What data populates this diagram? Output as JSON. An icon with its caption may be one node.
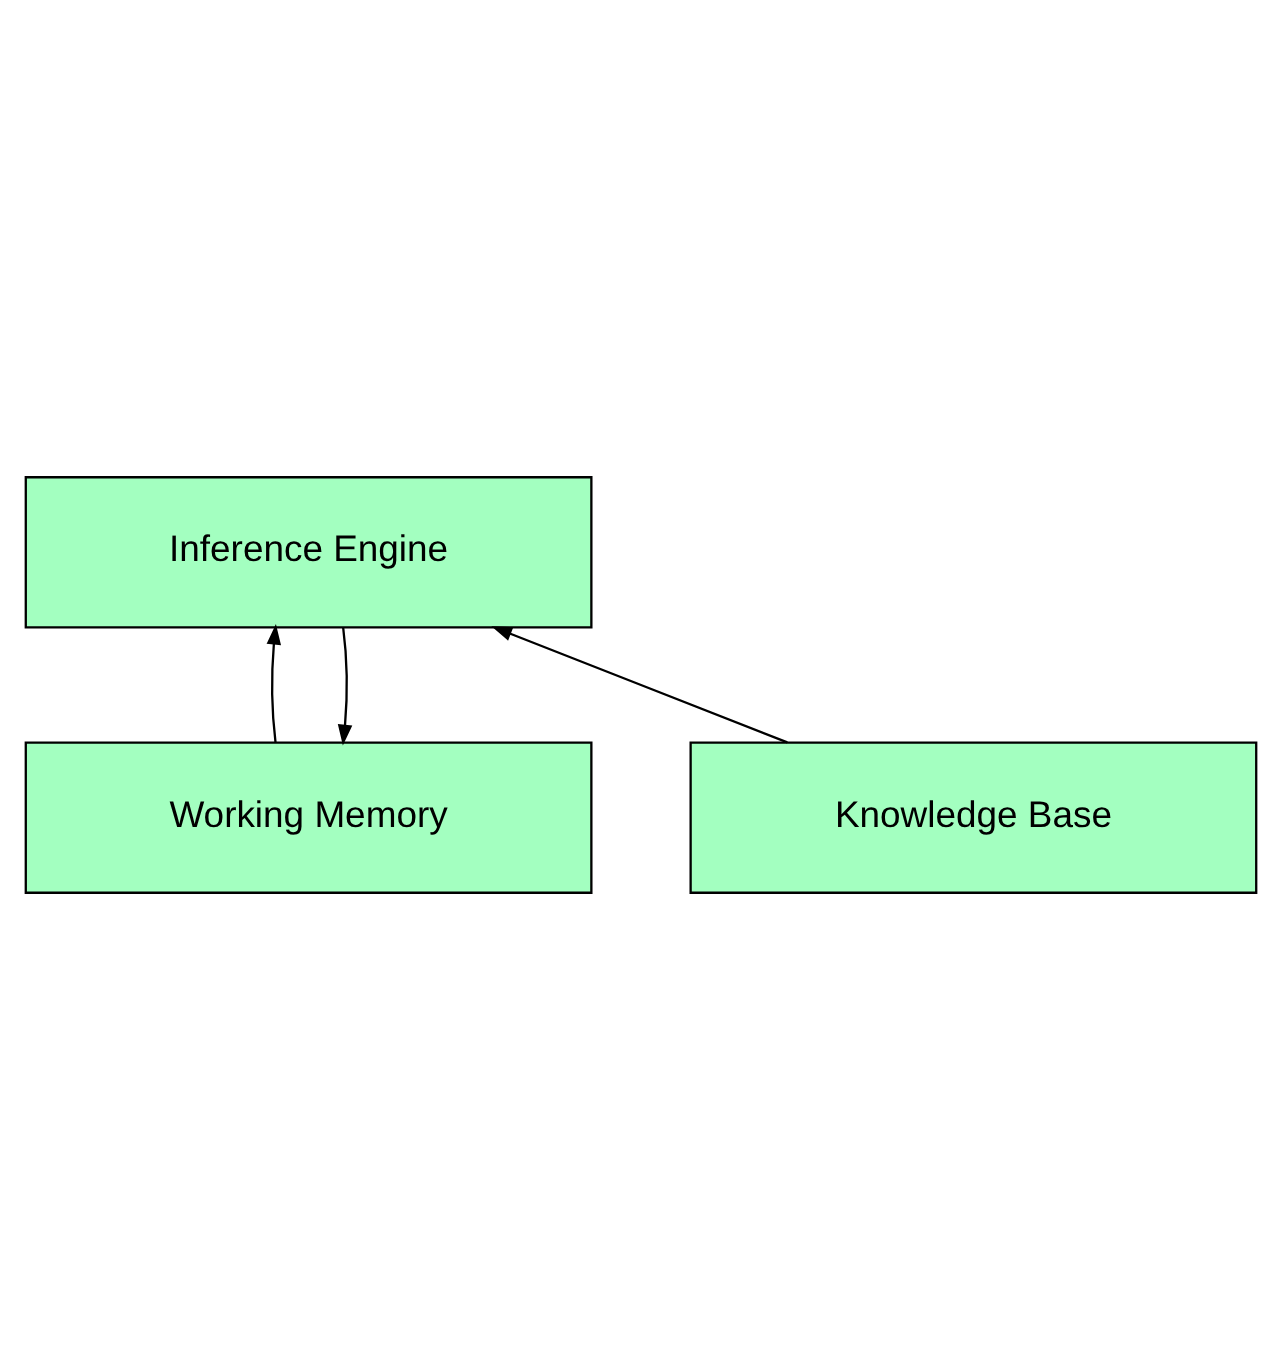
{
  "diagram": {
    "nodes": [
      {
        "text": [
          "Working Memory"
        ]
      },
      {
        "text": [
          "Inference Engine"
        ]
      },
      {
        "text": [
          "Knowledge Base"
        ]
      }
    ],
    "edges": [
      {
        "from": 1,
        "to": 0,
        "arrow": "to"
      },
      {
        "from": 0,
        "to": 1,
        "arrow": "to"
      },
      {
        "from": 2,
        "to": 1,
        "arrow": "to"
      }
    ]
  }
}
